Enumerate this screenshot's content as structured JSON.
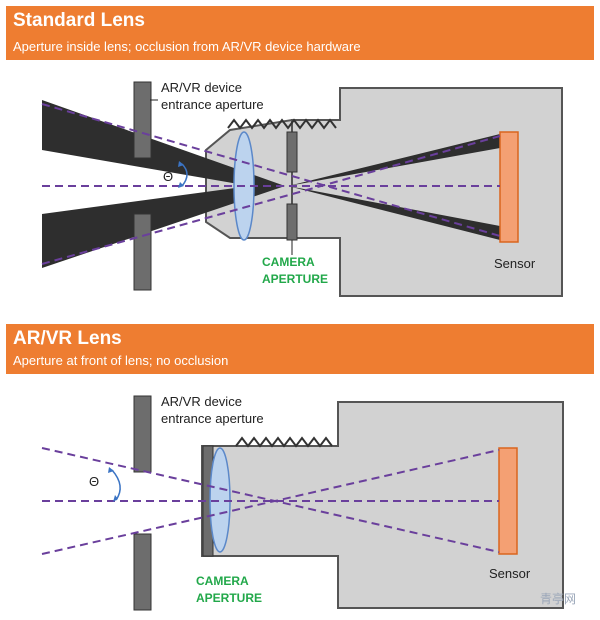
{
  "colors": {
    "banner": "#ee7d31",
    "banner_text": "#ffffff",
    "camera_aperture_label": "#22a84a",
    "ray_dashed": "#6a3f9c",
    "body_fill": "#d2d2d2",
    "sensor_fill": "#f4a073",
    "lens_fill": "#bcd3ee",
    "occluded_cone": "#2e2e2e"
  },
  "standard_lens": {
    "title": "Standard Lens",
    "subtitle": "Aperture inside lens; occlusion from AR/VR device hardware",
    "device_aperture_label": "AR/VR device\nentrance aperture",
    "theta": "Θ",
    "camera_aperture_label": "CAMERA\nAPERTURE",
    "sensor_label": "Sensor"
  },
  "arvr_lens": {
    "title": "AR/VR Lens",
    "subtitle": "Aperture at front of lens; no occlusion",
    "device_aperture_label": "AR/VR device\nentrance aperture",
    "theta": "Θ",
    "camera_aperture_label": "CAMERA\nAPERTURE",
    "sensor_label": "Sensor"
  },
  "watermark": "青亭网"
}
